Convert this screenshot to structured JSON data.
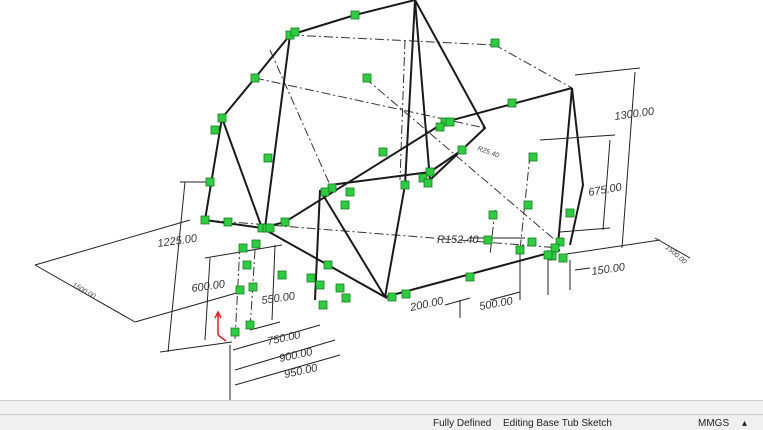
{
  "sketch": {
    "dimensions": {
      "d1225": "1225.00",
      "d600": "600.00",
      "d550": "550.00",
      "d750": "750.00",
      "d900": "900.00",
      "d950": "950.00",
      "d200": "200.00",
      "d500": "500.00",
      "d150": "150.00",
      "d675": "675.00",
      "d1300": "1300.00",
      "r152": "R152.40",
      "r25": "R25.40",
      "left_skew": "1500.00",
      "right_skew": "1500.00"
    },
    "colors": {
      "relation_marker": "#2ecc40",
      "origin_arrow": "#e02020"
    }
  },
  "status_bar": {
    "state": "Fully Defined",
    "mode": "Editing Base Tub Sketch",
    "units": "MMGS",
    "units_arrow": "▴"
  }
}
